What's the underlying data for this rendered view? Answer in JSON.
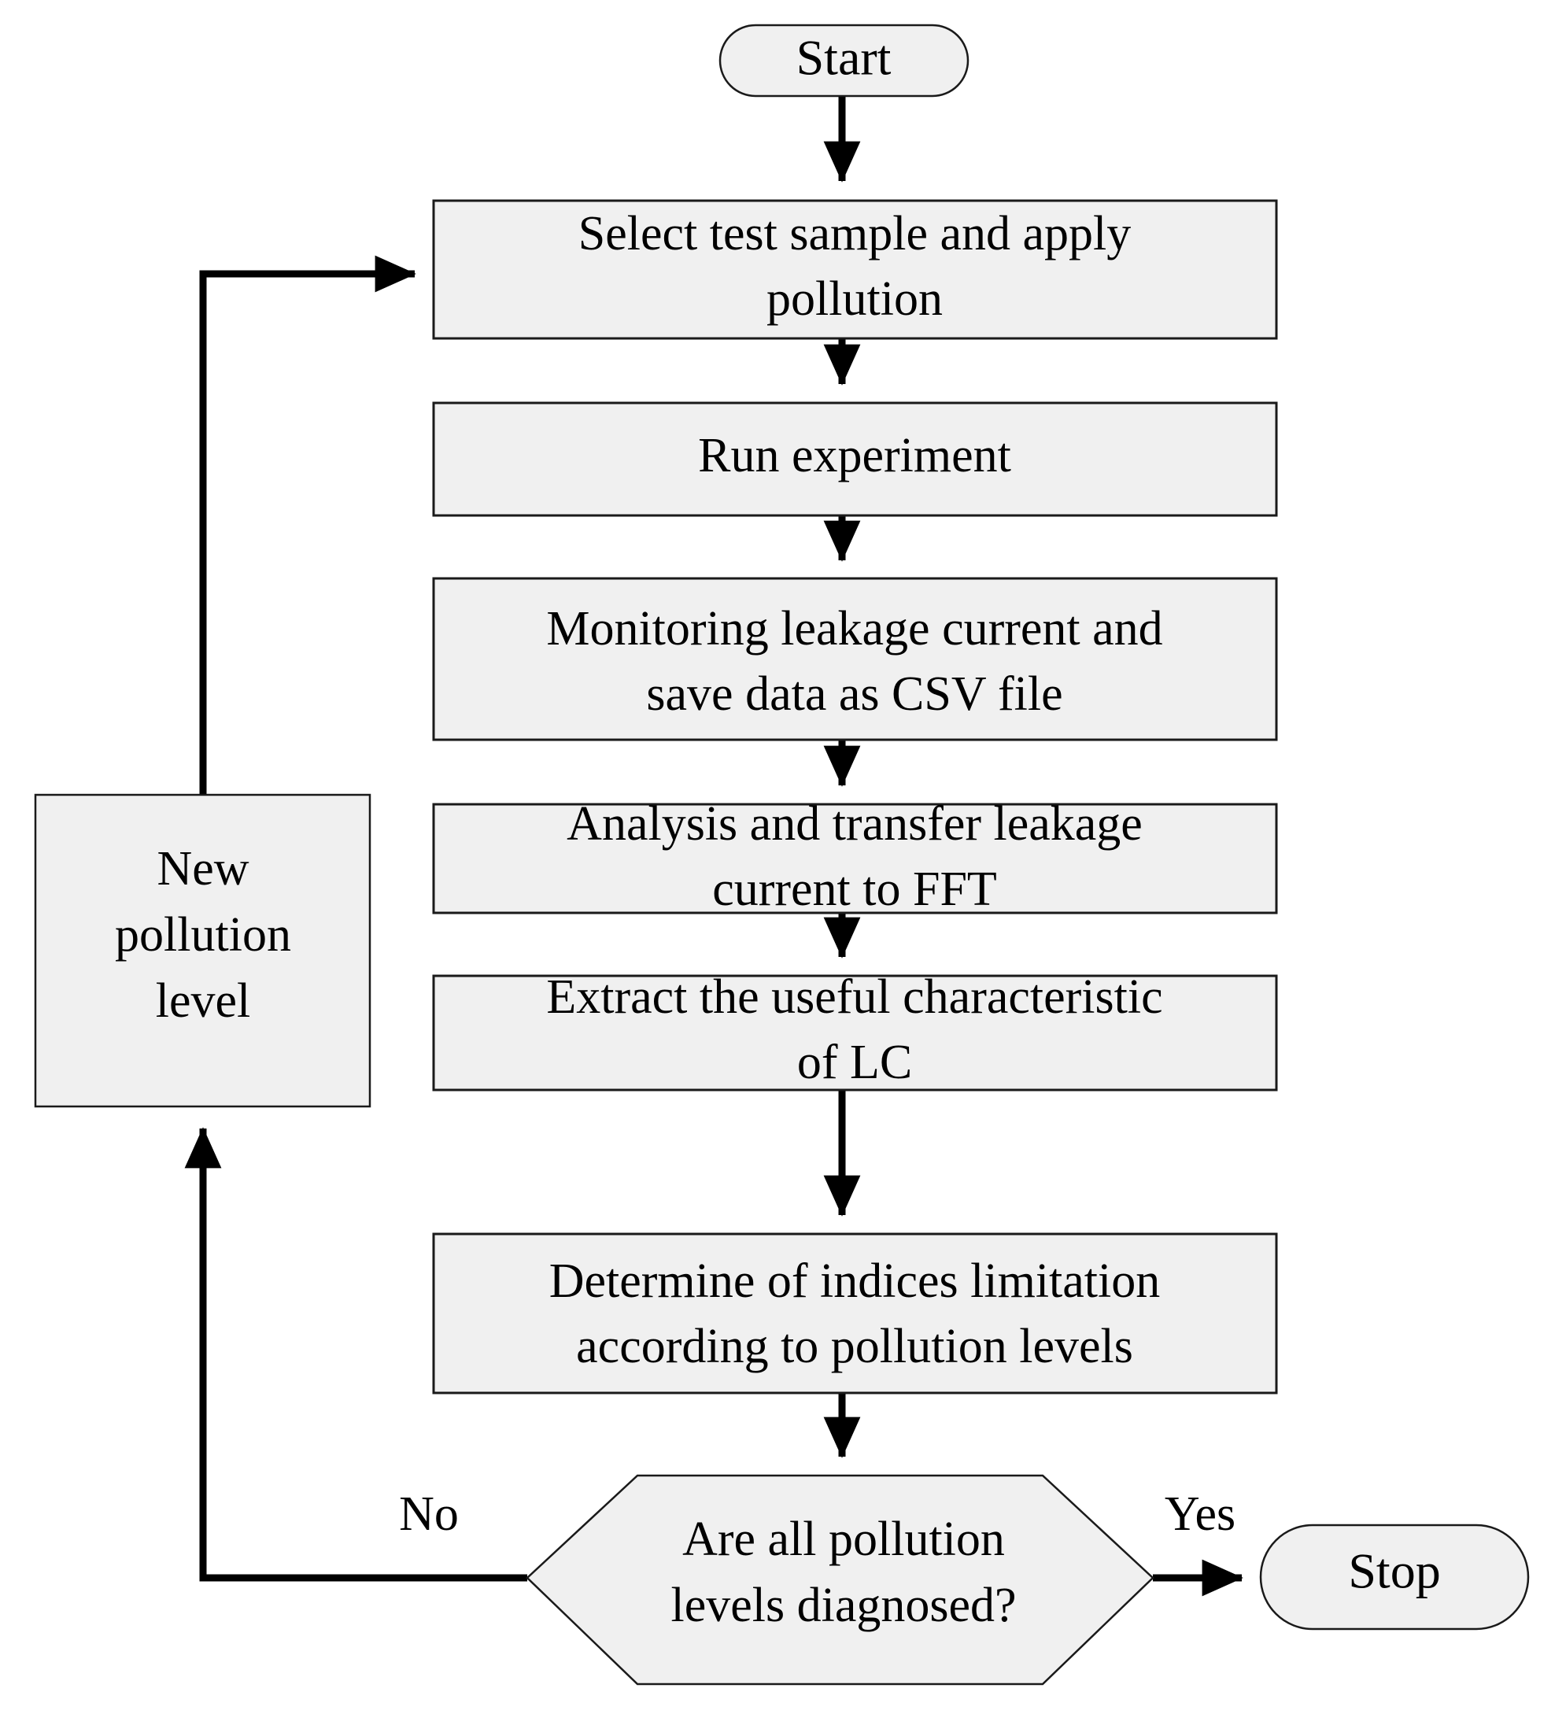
{
  "diagram": {
    "title_text": "",
    "background_color": "#ffffff",
    "node_fill_color": "#f0f0f0",
    "node_stroke_color": "#1a1a1a",
    "edge_color": "#000000"
  },
  "nodes": {
    "start": {
      "label": "Start",
      "shape": "stadium"
    },
    "step1": {
      "line1": "Select test sample and apply",
      "line2": "pollution",
      "shape": "rectangle"
    },
    "step2": {
      "line1": "Run experiment",
      "line2": "",
      "shape": "rectangle"
    },
    "step3": {
      "line1": "Monitoring leakage current and",
      "line2": "save data as CSV file",
      "shape": "rectangle"
    },
    "step4": {
      "line1": "Analysis and transfer leakage",
      "line2": "current to FFT",
      "shape": "rectangle"
    },
    "step5": {
      "line1": "Extract the useful characteristic",
      "line2": "of LC",
      "shape": "rectangle"
    },
    "step6": {
      "line1": "Determine of indices limitation",
      "line2": "according to pollution levels",
      "shape": "rectangle"
    },
    "decision": {
      "line1": "Are all pollution",
      "line2": "levels diagnosed?",
      "shape": "hexagon"
    },
    "stop": {
      "label": "Stop",
      "shape": "stadium"
    },
    "newlevel": {
      "line1": "New",
      "line2": "pollution",
      "line3": "level",
      "shape": "rectangle"
    }
  },
  "edge_labels": {
    "no": "No",
    "yes": "Yes"
  }
}
